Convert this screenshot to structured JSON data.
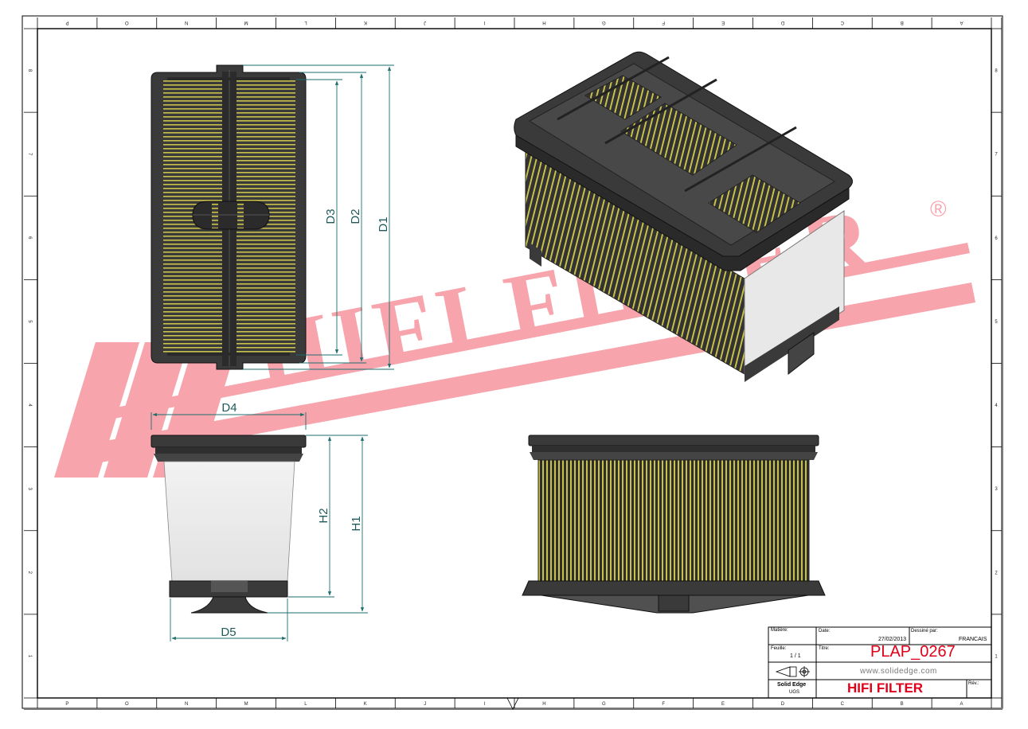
{
  "drawing": {
    "zone_letters": [
      "P",
      "O",
      "N",
      "M",
      "L",
      "K",
      "J",
      "I",
      "H",
      "G",
      "F",
      "E",
      "D",
      "C",
      "B",
      "A"
    ],
    "zone_numbers": [
      "8",
      "7",
      "6",
      "5",
      "4",
      "3",
      "2",
      "1"
    ],
    "dimensions": {
      "d1": "D1",
      "d2": "D2",
      "d3": "D3",
      "d4": "D4",
      "d5": "D5",
      "h1": "H1",
      "h2": "H2"
    },
    "watermark": {
      "text": "HIFI FILTER",
      "registered": "®",
      "color": "#f25a6a"
    },
    "colors": {
      "frame": "#3d3d3d",
      "pleat": "#c9c24a",
      "dim_line": "#1e6e6e"
    }
  },
  "title_block": {
    "materiau_label": "Matière:",
    "date_label": "Date:",
    "date_value": "27/02/2013",
    "dessine_label": "Dessiné par:",
    "dessine_value": "FRANCAIS",
    "feuille_label": "Feuille:",
    "feuille_value": "1 / 1",
    "titre_label": "Titre:",
    "part_number": "PLAP_0267",
    "website": "www.solidedge.com",
    "software": "Solid Edge",
    "software_sub": "UGS",
    "company": "HIFI FILTER",
    "rev_label": "Rév.:"
  }
}
